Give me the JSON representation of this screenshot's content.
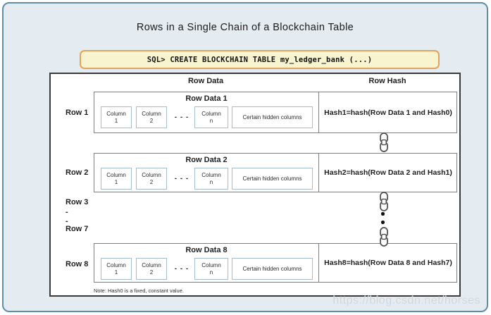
{
  "page": {
    "title": "Rows in a Single Chain of a Blockchain Table",
    "watermark": "https://blog.csdn.net/horses"
  },
  "sql": {
    "command": "SQL> CREATE BLOCKCHAIN TABLE my_ledger_bank (...)"
  },
  "diagram": {
    "headers": {
      "row_data": "Row Data",
      "row_hash": "Row Hash"
    },
    "note": "Note: Hash0 is a fixed, constant value.",
    "columns": {
      "col1": {
        "line1": "Column",
        "line2": "1"
      },
      "col2": {
        "line1": "Column",
        "line2": "2"
      },
      "ellipsis": "- - -",
      "coln": {
        "line1": "Column",
        "line2": "n"
      },
      "hidden": "Certain hidden columns"
    },
    "rows": [
      {
        "label": "Row 1",
        "data_title": "Row Data 1",
        "hash": "Hash1=hash(Row Data 1 and Hash0)"
      },
      {
        "label": "Row 2",
        "data_title": "Row Data 2",
        "hash": "Hash2=hash(Row Data 2 and Hash1)"
      },
      {
        "label": "Row 8",
        "data_title": "Row Data 8",
        "hash": "Hash8=hash(Row Data 8 and Hash7)"
      }
    ],
    "collapsed_rows": {
      "first": "Row 3",
      "dash1": "-",
      "dash2": "-",
      "last": "Row 7"
    }
  },
  "colors": {
    "frame_bg": "#e4ebf1",
    "frame_border": "#5f8ca8",
    "sql_bg": "#f8f4cf",
    "sql_border": "#e2a45a",
    "main_box_border": "#3a3a3a",
    "band_border": "#7f7f7f",
    "cell_border": "#a3bdd3",
    "watermark_text": "#ccd5db"
  }
}
